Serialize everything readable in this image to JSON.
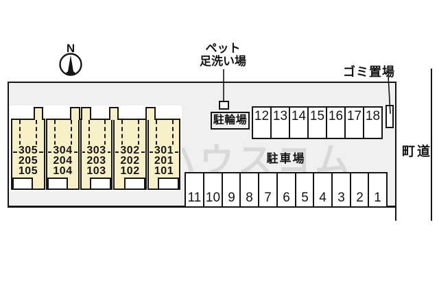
{
  "site": {
    "compass_label": "N",
    "watermark": "ハウスコム",
    "labels": {
      "pet_wash_line1": "ペット",
      "pet_wash_line2": "足洗い場",
      "bicycle_parking": "駐輪場",
      "garbage_area": "ゴミ置場",
      "town_road": "町道",
      "car_parking": "駐車場"
    },
    "building": {
      "units": [
        {
          "lines": [
            "305",
            "205",
            "105"
          ]
        },
        {
          "lines": [
            "304",
            "204",
            "104"
          ]
        },
        {
          "lines": [
            "303",
            "203",
            "103"
          ]
        },
        {
          "lines": [
            "302",
            "202",
            "102"
          ]
        },
        {
          "lines": [
            "301",
            "201",
            "101"
          ]
        }
      ]
    },
    "parking": {
      "top_row": [
        "12",
        "13",
        "14",
        "15",
        "16",
        "17",
        "18"
      ],
      "bottom_row": [
        "11",
        "10",
        "9",
        "8",
        "7",
        "6",
        "5",
        "4",
        "3",
        "2",
        "1"
      ]
    },
    "colors": {
      "building_fill": "#f8f1c8",
      "site_fill": "#f0f0f0",
      "line": "#141414"
    }
  }
}
